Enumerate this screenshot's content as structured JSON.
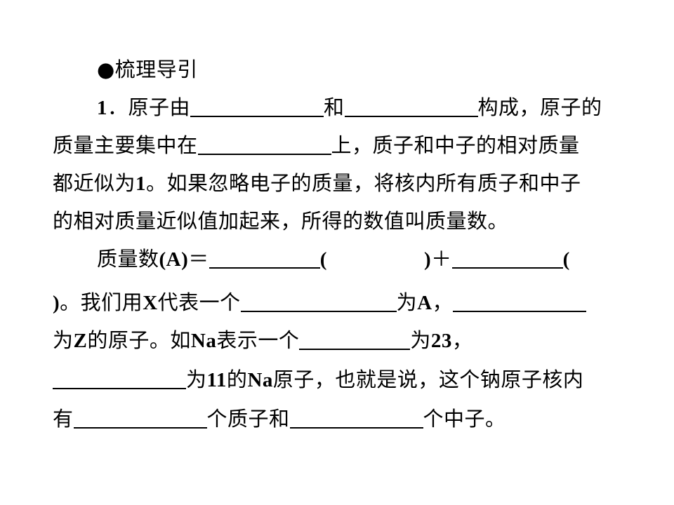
{
  "heading": "●梳理导引",
  "lines": {
    "l1": {
      "num": "1",
      "sep": "．",
      "a": "原子由",
      "b": "和",
      "c": "构成，原子的"
    },
    "l2": {
      "a": "质量主要集中在",
      "b": "上，质子和中子的相对质量"
    },
    "l3": {
      "a": "都近似为",
      "num": "1",
      "b": "。如果忽略电子的质量，将核内所有质子和中子"
    },
    "l4": {
      "a": "的相对质量近似值加起来，所得的数值叫质量数。"
    },
    "l5": {
      "a": "质量数",
      "b": "(A)",
      "c": "＝",
      "d": "(",
      "e": ")",
      "f": "＋",
      "g": "("
    },
    "l6": {
      "a": ")",
      "b": "。我们用",
      "c": "X",
      "d": "代表一个",
      "e": "为",
      "f": "A",
      "g": "，"
    },
    "l7": {
      "a": "为",
      "b": "Z",
      "c": "的原子。如",
      "d": "Na",
      "e": "表示一个",
      "f": "为",
      "g": "23",
      "h": "，"
    },
    "l8": {
      "a": "为",
      "b": "11",
      "c": "的",
      "d": "Na",
      "e": "原子，也就是说，这个钠原子核内"
    },
    "l9": {
      "a": "有",
      "b": "个质子和",
      "c": "个中子。"
    }
  }
}
